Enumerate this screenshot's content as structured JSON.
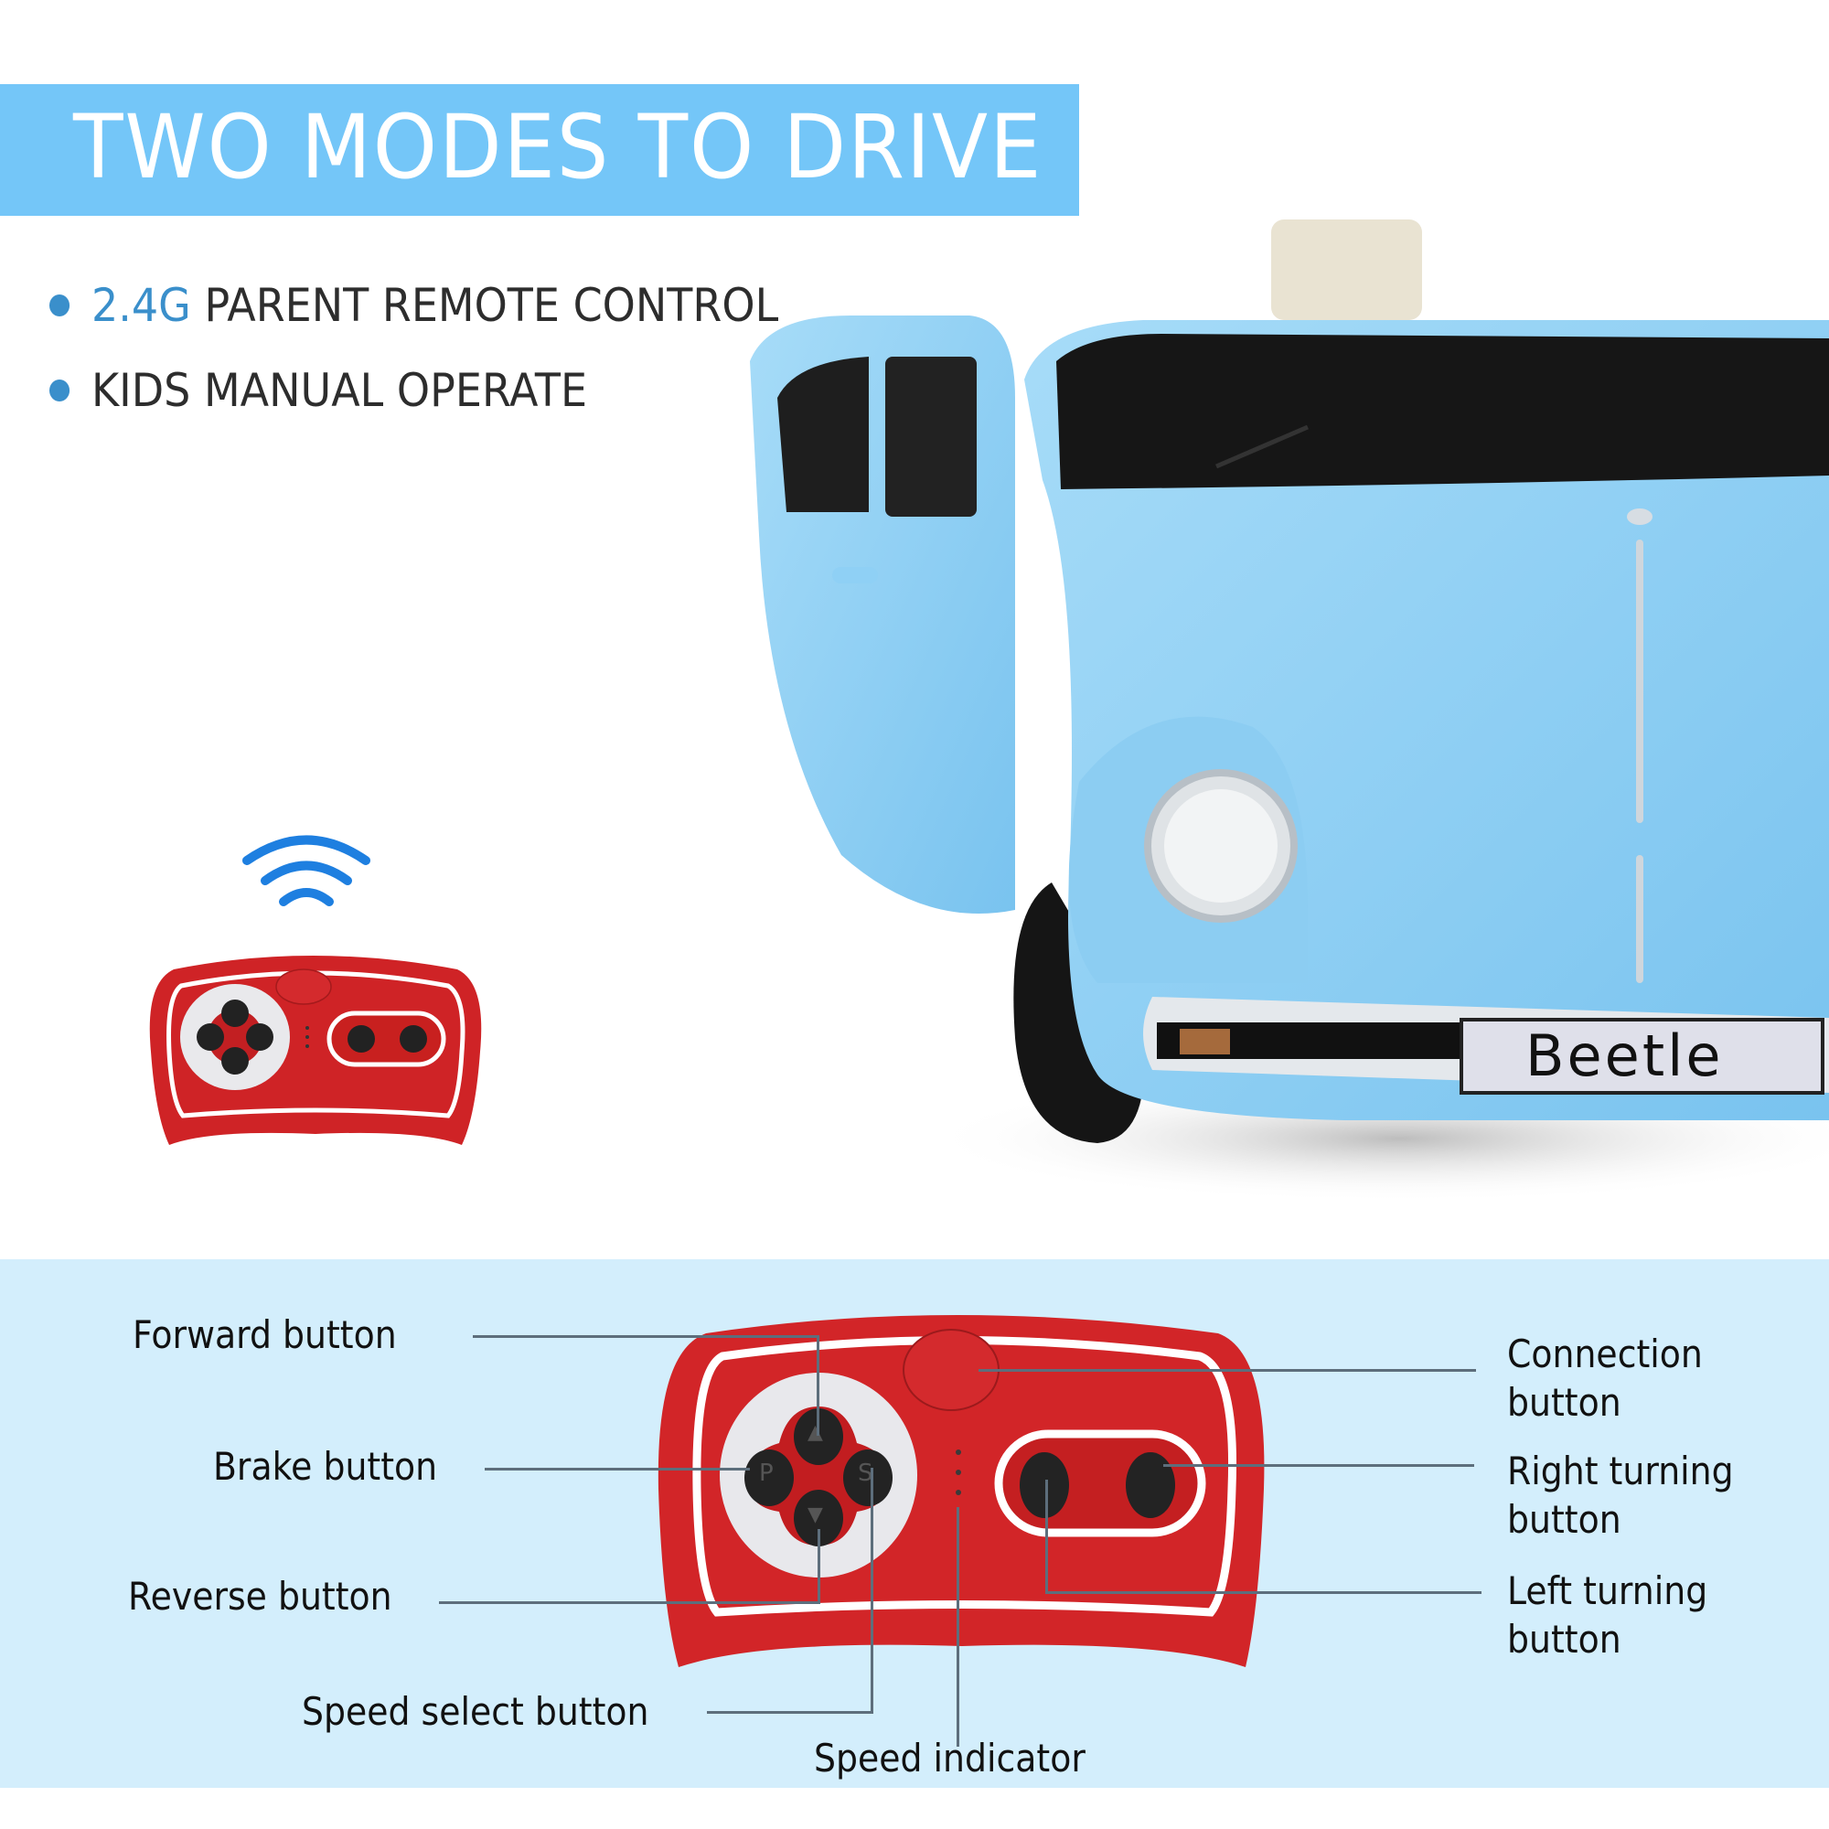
{
  "header": {
    "title": "TWO MODES TO DRIVE",
    "banner_color": "#74c6f8"
  },
  "features": [
    {
      "highlight": "2.4G",
      "text": "PARENT REMOTE CONTROL",
      "highlight_color": "#3a8fcb"
    },
    {
      "highlight": "",
      "text": "KIDS MANUAL OPERATE"
    }
  ],
  "hero": {
    "product": "blue ride-on car",
    "license_plate": "Beetle",
    "car_color": "#8fd0f5",
    "wireless_icon": "wifi-signal-icon",
    "wireless_color": "#1e7fe0"
  },
  "diagram": {
    "panel_color": "#d3eefc",
    "remote_color": "#d8282b",
    "labels": {
      "forward": "Forward button",
      "brake": "Brake button",
      "reverse": "Reverse button",
      "speed_select": "Speed select button",
      "speed_indicator": "Speed indicator",
      "connection_line1": "Connection",
      "connection_line2": "button",
      "right_turn_line1": "Right turning",
      "right_turn_line2": "button",
      "left_turn_line1": "Left turning",
      "left_turn_line2": "button"
    },
    "button_glyphs": {
      "forward": "▲",
      "reverse": "▼",
      "brake": "P",
      "speed": "S"
    }
  }
}
